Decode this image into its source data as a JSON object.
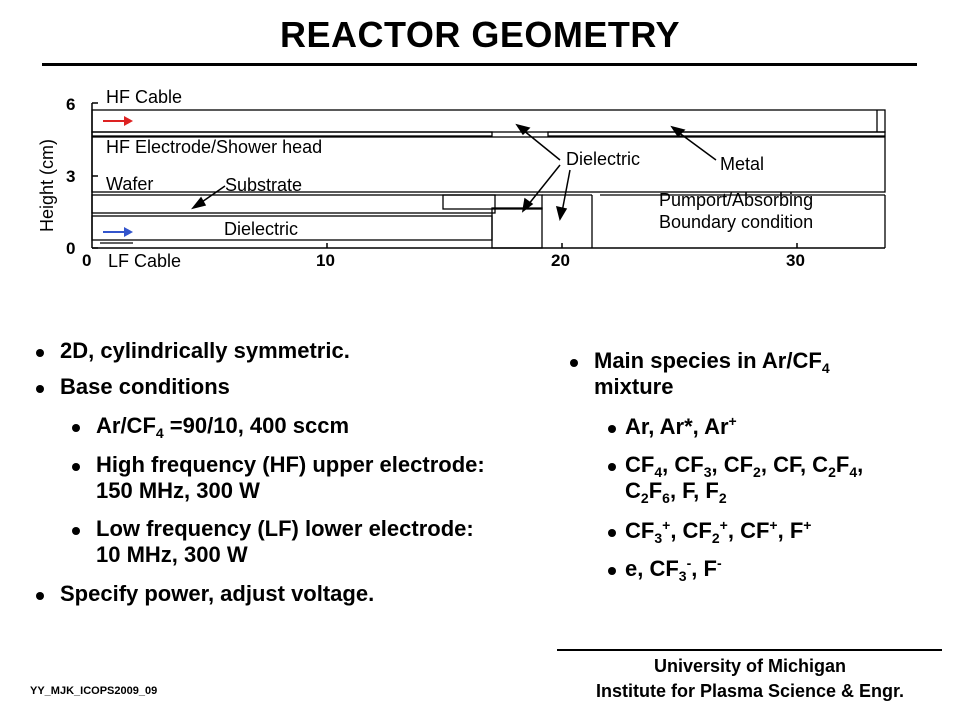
{
  "title": "REACTOR GEOMETRY",
  "figure": {
    "y_axis_label": "Height (cm)",
    "y_ticks": [
      "6",
      "3",
      "0"
    ],
    "x_ticks": [
      "0",
      "10",
      "20",
      "30"
    ],
    "labels": {
      "hf_cable": "HF Cable",
      "hf_electrode": "HF Electrode/Shower head",
      "wafer": "Wafer",
      "substrate": "Substrate",
      "dielectric_lower": "Dielectric",
      "lf_cable": "LF Cable",
      "dielectric": "Dielectric",
      "metal": "Metal",
      "pumpport_line1": "Pumport/Absorbing",
      "pumpport_line2": "Boundary condition"
    },
    "colors": {
      "hf_arrow": "#dd2222",
      "lf_arrow": "#3355cc"
    }
  },
  "left_bullets": {
    "b1": "2D, cylindrically symmetric.",
    "b2": "Base conditions",
    "s1": {
      "pre": "Ar/CF",
      "sub": "4",
      "post": " =90/10, 400 sccm"
    },
    "s2_l1": "High frequency (HF) upper electrode:",
    "s2_l2": "150 MHz, 300 W",
    "s3_l1": "Low frequency (LF) lower electrode:",
    "s3_l2": "10 MHz, 300 W",
    "b3": "Specify power, adjust voltage."
  },
  "right_bullets": {
    "main_pre": "Main species in Ar/CF",
    "main_sub": "4",
    "main_l2": "mixture",
    "sp1_a": "Ar, Ar*, Ar",
    "sp1_sup": "+",
    "sp2": {
      "t1": "CF",
      "s1": "4",
      "t2": ", CF",
      "s2": "3",
      "t3": ", CF",
      "s3": "2",
      "t4": ", CF, C",
      "s4": "2",
      "t5": "F",
      "s5": "4",
      "t6": ",",
      "t7": "C",
      "s7": "2",
      "t8": "F",
      "s8": "6",
      "t9": ", F, F",
      "s9": "2"
    },
    "sp3": {
      "t1": "CF",
      "b1": "3",
      "p1": "+",
      "t2": ", CF",
      "b2": "2",
      "p2": "+",
      "t3": ", CF",
      "p3": "+",
      "t4": ", F",
      "p4": "+"
    },
    "sp4": {
      "t1": "e, CF",
      "b1": "3",
      "p1": "-",
      "t2": ", F",
      "p2": "-"
    }
  },
  "footer": {
    "line1": "University of Michigan",
    "line2": "Institute for Plasma Science & Engr.",
    "slide_id": "YY_MJK_ICOPS2009_09"
  }
}
